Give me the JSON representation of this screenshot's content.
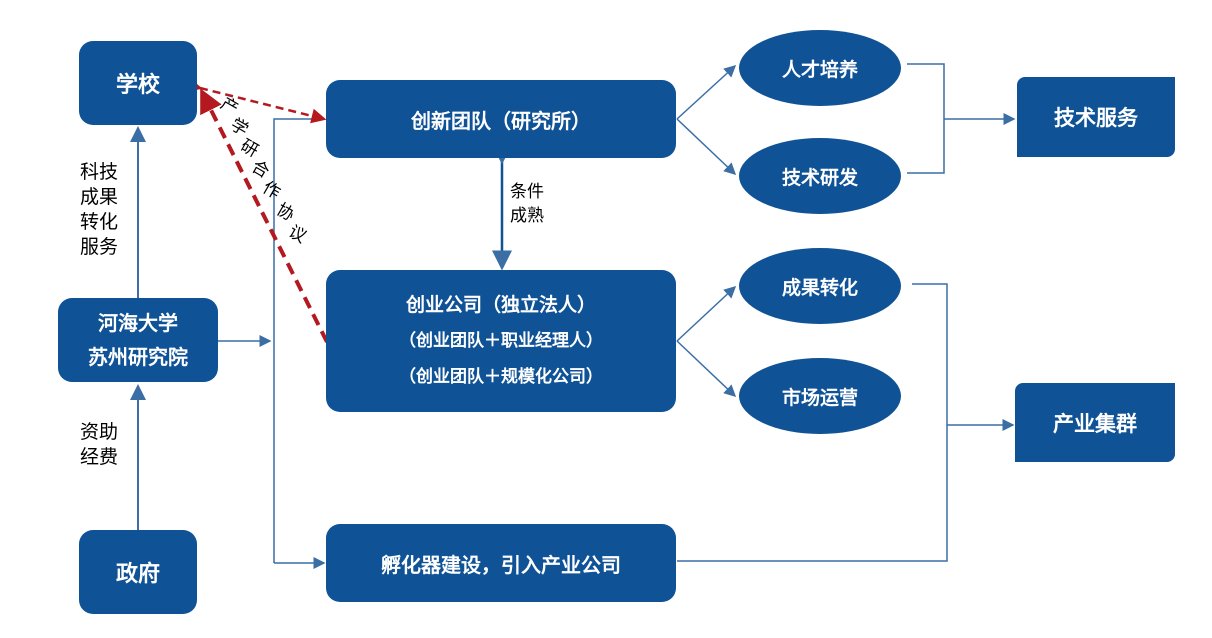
{
  "nodes": {
    "school": "学校",
    "institute_line1": "河海大学",
    "institute_line2": "苏州研究院",
    "government": "政府",
    "innovation_team": "创新团队（研究所）",
    "startup_line1": "创业公司（独立法人）",
    "startup_line2": "（创业团队＋职业经理人）",
    "startup_line3": "（创业团队＋规模化公司）",
    "incubator": "孵化器建设，引入产业公司",
    "talent": "人才培养",
    "rnd": "技术研发",
    "transfer": "成果转化",
    "market": "市场运营",
    "tech_service": "技术服务",
    "industry_cluster": "产业集群"
  },
  "edge_labels": {
    "tech_transfer_service": [
      "科技",
      "成果",
      "转化",
      "服务"
    ],
    "funding": [
      "资助",
      "经费"
    ],
    "conditions_mature": [
      "条件",
      "成熟"
    ],
    "cooperation_agreement": [
      "产",
      "学",
      "研",
      "合",
      "作",
      "协",
      "议"
    ]
  },
  "colors": {
    "node_fill": "#0f5296",
    "line": "#3a6ea5",
    "dashed": "#b3191f"
  }
}
